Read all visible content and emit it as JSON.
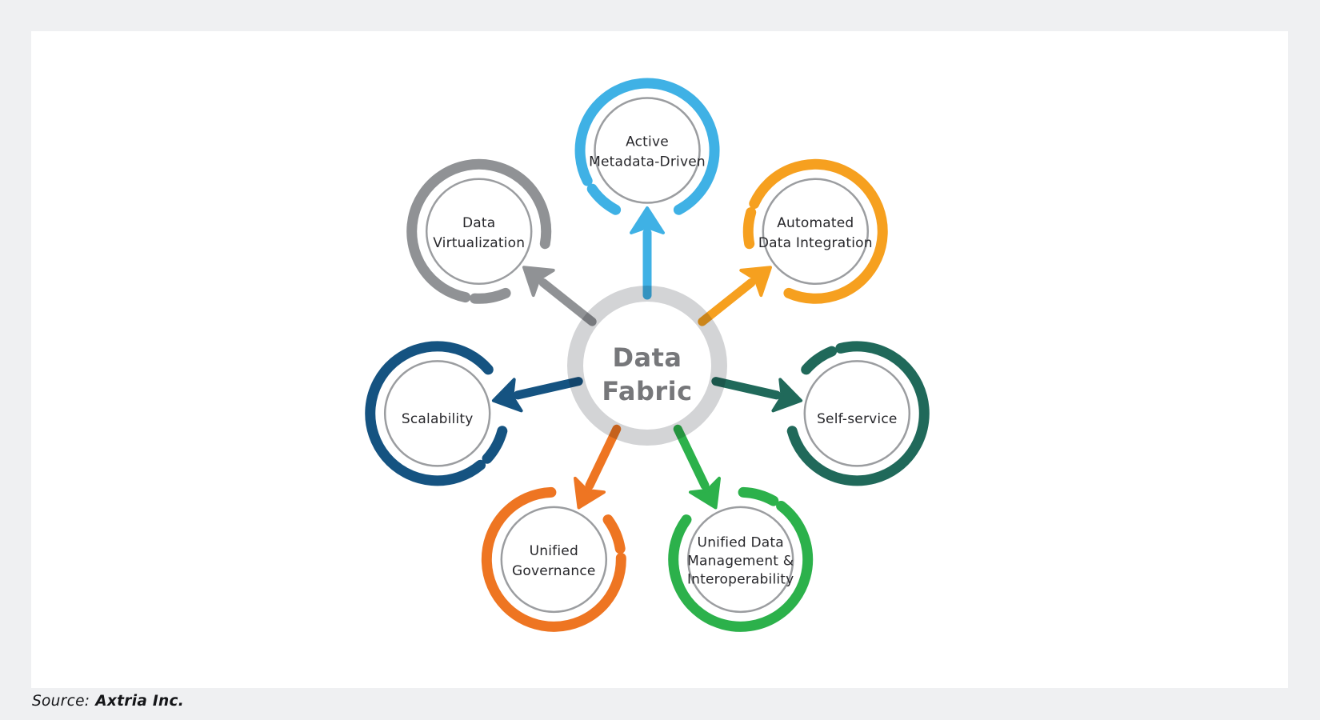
{
  "center": {
    "label_line1": "Data",
    "label_line2": "Fabric"
  },
  "nodes": [
    {
      "id": "active-metadata-driven",
      "label_lines": [
        "Active",
        "Metadata-Driven"
      ],
      "color": "#3fb1e5"
    },
    {
      "id": "automated-data-integration",
      "label_lines": [
        "Automated",
        "Data Integration"
      ],
      "color": "#f6a01f"
    },
    {
      "id": "self-service",
      "label_lines": [
        "Self-service"
      ],
      "color": "#20695a"
    },
    {
      "id": "unified-data-management",
      "label_lines": [
        "Unified Data",
        "Management &",
        "Interoperability"
      ],
      "color": "#2cb14b"
    },
    {
      "id": "unified-governance",
      "label_lines": [
        "Unified",
        "Governance"
      ],
      "color": "#ee7522"
    },
    {
      "id": "scalability",
      "label_lines": [
        "Scalability"
      ],
      "color": "#155381"
    },
    {
      "id": "data-virtualization",
      "label_lines": [
        "Data",
        "Virtualization"
      ],
      "color": "#909295"
    }
  ],
  "colors": {
    "page_background": "#eff0f2",
    "card_background": "#ffffff",
    "center_ring": "#d3d4d6",
    "center_text": "#76777a",
    "inner_circle": "#9b9da0",
    "label_text": "#27272b",
    "source_text": "#141518"
  },
  "source": {
    "prefix": "Source:",
    "name": "Axtria Inc."
  }
}
